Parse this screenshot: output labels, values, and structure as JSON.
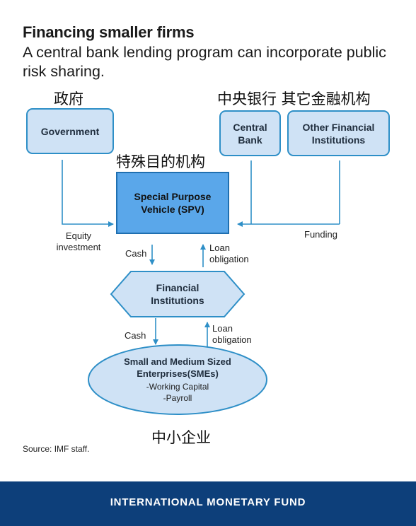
{
  "header": {
    "title": "Financing smaller firms",
    "subtitle": "A central bank lending program can incorporate public risk sharing."
  },
  "chinese_labels": {
    "government": "政府",
    "central_and_other": "中央银行 其它金融机构",
    "spv": "特殊目的机构",
    "smes": "中小企业"
  },
  "nodes": {
    "government": "Government",
    "central_bank": "Central Bank",
    "other_financial": "Other Financial Institutions",
    "spv": "Special Purpose Vehicle (SPV)",
    "financial_institutions": "Financial Institutions",
    "smes": {
      "title": "Small and Medium Sized Enterprises(SMEs)",
      "item1": "-Working Capital",
      "item2": "-Payroll"
    }
  },
  "flows": {
    "equity": "Equity investment",
    "funding": "Funding",
    "cash1": "Cash",
    "loan1": "Loan obligation",
    "cash2": "Cash",
    "loan2": "Loan obligation"
  },
  "colors": {
    "accent": "#2e8fc7",
    "box_fill": "#cfe2f5",
    "spv_fill": "#5aa7ea",
    "footer": "#0d3f7a"
  },
  "source": "Source: IMF staff.",
  "footer": "INTERNATIONAL MONETARY FUND"
}
